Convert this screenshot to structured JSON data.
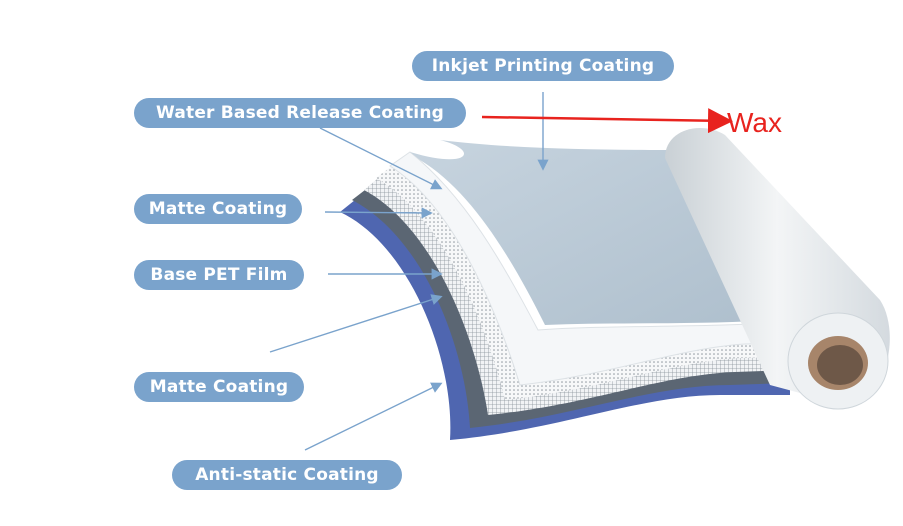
{
  "labels": {
    "inkjet": "Inkjet Printing Coating",
    "release": "Water Based Release Coating",
    "matte_top": "Matte Coating",
    "pet": "Base PET Film",
    "matte_bottom": "Matte Coating",
    "antistatic": "Anti-static Coating"
  },
  "annotation": {
    "wax": "Wax"
  },
  "colors": {
    "label_pill": "#7aa3cc",
    "arrow_red": "#e8231e",
    "pointer_lines": "#7aa3cc",
    "layer_antistatic": "#4f66b0",
    "layer_matte_bottom": "#5a6b7a",
    "layer_pet": "#e9eef2",
    "layer_matte_top": "#dfe4e8",
    "layer_release": "#f4f6f8",
    "layer_inkjet": "#bccbd8",
    "roll": "#e8ecef",
    "roll_core": "#a7856a"
  }
}
